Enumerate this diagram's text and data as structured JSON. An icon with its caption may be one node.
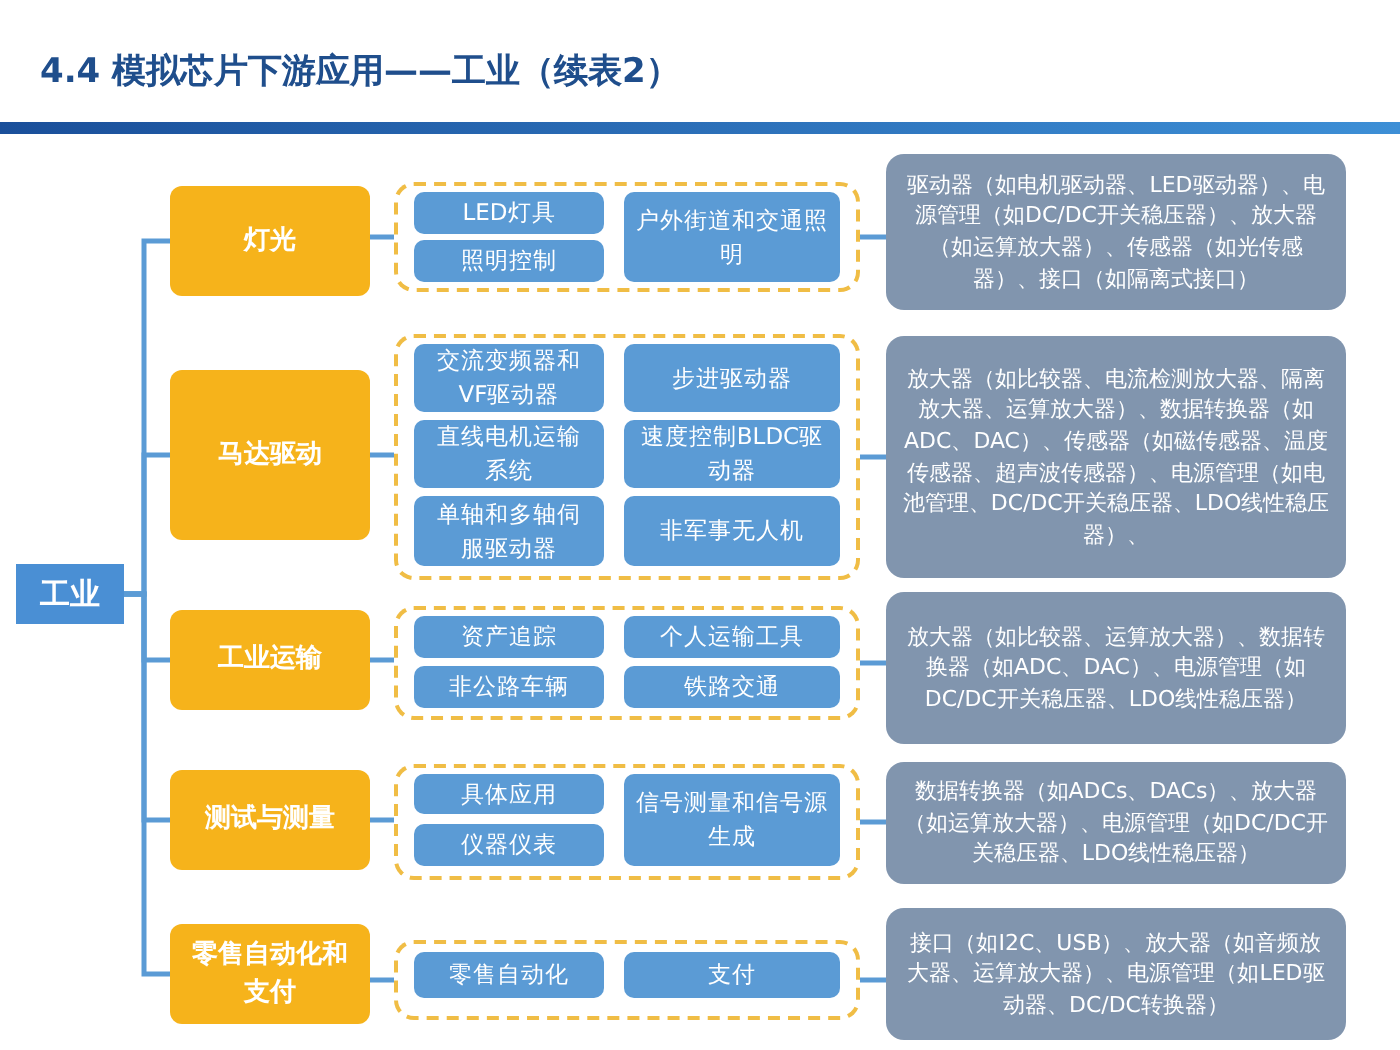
{
  "diagram": {
    "title": "4.4 模拟芯片下游应用——工业（续表2）",
    "nodes": [
      {
        "text": [
          "工业"
        ]
      },
      {
        "text": [
          "灯光"
        ]
      },
      {
        "text": [],
        "shape": "box"
      },
      {
        "text": [
          "LED灯具"
        ],
        "in": 2
      },
      {
        "text": [
          "照明控制"
        ],
        "in": 2
      },
      {
        "text": [
          "户外街道和交通照明"
        ],
        "in": 2
      },
      {
        "text": [
          "驱动器（如电机驱动器、LED驱动器）、电源管理（如DC/DC开关稳压器）、放大器（如运算放大器）、传感器（如光传感器）、接口（如隔离式接口）"
        ]
      },
      {
        "text": [
          "马达驱动"
        ]
      },
      {
        "text": [],
        "shape": "box"
      },
      {
        "text": [
          "交流变频器和VF驱动器"
        ],
        "in": 8
      },
      {
        "text": [
          "步进驱动器"
        ],
        "in": 8
      },
      {
        "text": [
          "直线电机运输系统"
        ],
        "in": 8
      },
      {
        "text": [
          "速度控制BLDC驱动器"
        ],
        "in": 8
      },
      {
        "text": [
          "单轴和多轴伺服驱动器"
        ],
        "in": 8
      },
      {
        "text": [
          "非军事无人机"
        ],
        "in": 8
      },
      {
        "text": [
          "放大器（如比较器、电流检测放大器、隔离放大器、运算放大器）、数据转换器（如ADC、DAC）、传感器（如磁传感器、温度传感器、超声波传感器）、电源管理（如电池管理、DC/DC开关稳压器、LDO线性稳压器）、"
        ]
      },
      {
        "text": [
          "工业运输"
        ]
      },
      {
        "text": [],
        "shape": "box"
      },
      {
        "text": [
          "资产追踪"
        ],
        "in": 17
      },
      {
        "text": [
          "个人运输工具"
        ],
        "in": 17
      },
      {
        "text": [
          "非公路车辆"
        ],
        "in": 17
      },
      {
        "text": [
          "铁路交通"
        ],
        "in": 17
      },
      {
        "text": [
          "放大器（如比较器、运算放大器）、数据转换器（如ADC、DAC）、电源管理（如DC/DC开关稳压器、LDO线性稳压器）"
        ]
      },
      {
        "text": [
          "测试与测量"
        ]
      },
      {
        "text": [],
        "shape": "box"
      },
      {
        "text": [
          "具体应用"
        ],
        "in": 24
      },
      {
        "text": [
          "仪器仪表"
        ],
        "in": 24
      },
      {
        "text": [
          "信号测量和信号源生成"
        ],
        "in": 24
      },
      {
        "text": [
          "数据转换器（如ADCs、DACs）、放大器（如运算放大器）、电源管理（如DC/DC开关稳压器、LDO线性稳压器）"
        ]
      },
      {
        "text": [
          "零售自动化和支付"
        ]
      },
      {
        "text": [],
        "shape": "box"
      },
      {
        "text": [
          "零售自动化"
        ],
        "in": 30
      },
      {
        "text": [
          "支付"
        ],
        "in": 30
      },
      {
        "text": [
          "接口（如I2C、USB）、放大器（如音频放大器、运算放大器）、电源管理（如LED驱动器、DC/DC转换器）"
        ]
      }
    ],
    "edges": [
      {
        "from": 0,
        "to": 1,
        "arrow": "none"
      },
      {
        "from": 1,
        "to": 2,
        "arrow": "none"
      },
      {
        "from": 2,
        "to": 6,
        "arrow": "none"
      },
      {
        "from": 0,
        "to": 7,
        "arrow": "none"
      },
      {
        "from": 7,
        "to": 8,
        "arrow": "none"
      },
      {
        "from": 8,
        "to": 15,
        "arrow": "none"
      },
      {
        "from": 0,
        "to": 16,
        "arrow": "none"
      },
      {
        "from": 16,
        "to": 17,
        "arrow": "none"
      },
      {
        "from": 17,
        "to": 22,
        "arrow": "none"
      },
      {
        "from": 0,
        "to": 23,
        "arrow": "none"
      },
      {
        "from": 23,
        "to": 24,
        "arrow": "none"
      },
      {
        "from": 24,
        "to": 28,
        "arrow": "none"
      },
      {
        "from": 0,
        "to": 29,
        "arrow": "none"
      },
      {
        "from": 29,
        "to": 30,
        "arrow": "none"
      },
      {
        "from": 30,
        "to": 33,
        "arrow": "none"
      }
    ]
  }
}
